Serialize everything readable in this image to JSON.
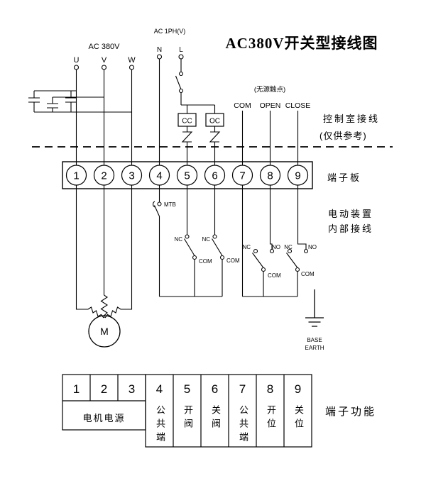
{
  "title": "AC380V开关型接线图",
  "power": {
    "three_phase_label": "AC 380V",
    "phases": [
      "U",
      "V",
      "W"
    ],
    "single_phase_label": "AC 1PH(V)",
    "neutral": "N",
    "live": "L"
  },
  "control": {
    "cc": "CC",
    "oc": "OC",
    "passive_note": "(无源触点)",
    "com": "COM",
    "open": "OPEN",
    "close": "CLOSE"
  },
  "annotations": {
    "control_room": "控制室接线",
    "reference_only": "(仅供参考)",
    "terminal_board": "端子板",
    "device_line1": "电动装置",
    "device_line2": "内部接线",
    "terminal_function": "端子功能"
  },
  "terminals": [
    "1",
    "2",
    "3",
    "4",
    "5",
    "6",
    "7",
    "8",
    "9"
  ],
  "internal": {
    "mtb": "MTB",
    "motor": "M",
    "limit_switches": [
      {
        "nc": "NC",
        "com": "COM"
      },
      {
        "nc": "NC",
        "com": "COM"
      }
    ],
    "position_switches": [
      {
        "nc": "NC",
        "no": "NO",
        "com": "COM"
      },
      {
        "nc": "NC",
        "no": "NO",
        "com": "COM"
      }
    ],
    "base": "BASE",
    "earth": "EARTH"
  },
  "table": {
    "numbers": [
      "1",
      "2",
      "3",
      "4",
      "5",
      "6",
      "7",
      "8",
      "9"
    ],
    "motor_power": "电机电源",
    "functions": [
      "公共端",
      "开阀",
      "关阀",
      "公共端",
      "开位",
      "关位"
    ]
  }
}
